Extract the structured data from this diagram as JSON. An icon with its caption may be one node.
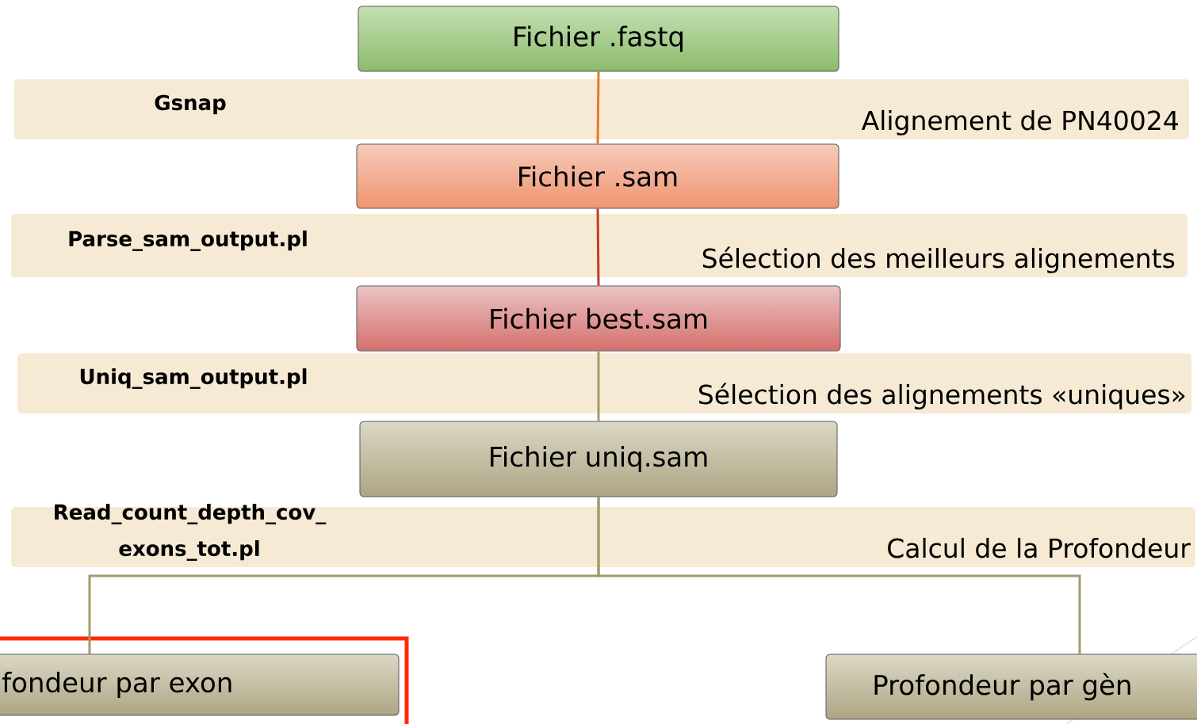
{
  "diagram": {
    "nodes": [
      {
        "text": [
          "Fichier .fastq"
        ]
      },
      {
        "text": [
          "Fichier .sam"
        ]
      },
      {
        "text": [
          "Fichier best.sam"
        ]
      },
      {
        "text": [
          "Fichier uniq.sam"
        ]
      },
      {
        "text": [],
        "shape": "box"
      },
      {
        "text": [
          "fondeur par exon"
        ],
        "in": 4
      },
      {
        "text": [
          "Profondeur par gèn"
        ]
      }
    ],
    "edges": [
      {
        "from": 0,
        "to": 1,
        "arrow": "none",
        "color": "#e8782a"
      },
      {
        "from": 1,
        "to": 2,
        "arrow": "none",
        "color": "#c83a2a"
      },
      {
        "from": 2,
        "to": 3,
        "arrow": "none"
      },
      {
        "from": 3,
        "to": 5,
        "arrow": "none"
      },
      {
        "from": 3,
        "to": 6,
        "arrow": "none"
      }
    ],
    "labels": [
      "Gsnap",
      "Alignement de PN40024",
      "Parse_sam_output.pl",
      "Sélection des meilleurs alignements",
      "Uniq_sam_output.pl",
      "Sélection des alignements «uniques»",
      "Read_count_depth_cov_ exons_tot.pl",
      "Calcul de la Profondeur"
    ]
  }
}
